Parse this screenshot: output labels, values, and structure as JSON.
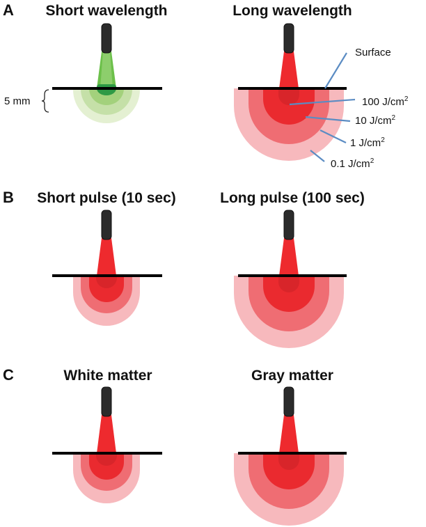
{
  "panels": [
    {
      "letter": "A",
      "left_title": "Short wavelength",
      "right_title": "Long wavelength",
      "left_color": "green",
      "right_color": "red"
    },
    {
      "letter": "B",
      "left_title": "Short pulse (10 sec)",
      "right_title": "Long pulse (100 sec)",
      "left_color": "red",
      "right_color": "red"
    },
    {
      "letter": "C",
      "left_title": "White matter",
      "right_title": "Gray matter",
      "left_color": "red",
      "right_color": "red"
    }
  ],
  "scale_label": "5 mm",
  "annotations": {
    "surface": "Surface",
    "fluence": [
      {
        "value": "100 J/cm",
        "sup": "2"
      },
      {
        "value": "10 J/cm",
        "sup": "2"
      },
      {
        "value": "1 J/cm",
        "sup": "2"
      },
      {
        "value": "0.1 J/cm",
        "sup": "2"
      }
    ]
  },
  "colors": {
    "red_beam": "#ee2a2e",
    "red_levels": [
      "#f7b9bd",
      "#ef6d73",
      "#ea2a2f",
      "#d8252a"
    ],
    "green_beam": "#6cc04a",
    "green_levels": [
      "#e4f0d2",
      "#c5e0a8",
      "#a3d17c",
      "#2e9a45"
    ],
    "leader": "#5b8cc3",
    "fiber": "#2b2b2b"
  }
}
